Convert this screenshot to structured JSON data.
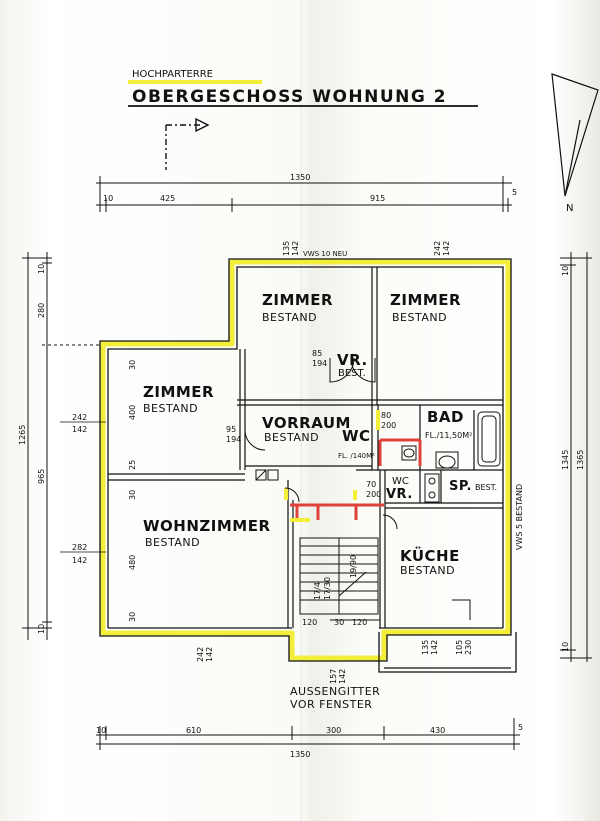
{
  "header": {
    "pre_title": "HOCHPARTERRE",
    "title": "OBERGESCHOSS WOHNUNG 2"
  },
  "colors": {
    "line": "#111111",
    "highlight_yellow": "#f2ee3a",
    "highlight_red": "#e0413a",
    "paper": "#fbfbf6"
  },
  "rooms": {
    "zimmer_1": {
      "name": "ZIMMER",
      "status": "BESTAND"
    },
    "zimmer_2": {
      "name": "ZIMMER",
      "status": "BESTAND"
    },
    "zimmer_3": {
      "name": "ZIMMER",
      "status": "BESTAND"
    },
    "vr_top": {
      "name": "VR.",
      "status": "BEST."
    },
    "vorraum": {
      "name": "VORRAUM",
      "status": "BESTAND"
    },
    "wc": {
      "name": "WC",
      "note": "FL. /140M²"
    },
    "bad": {
      "name": "BAD",
      "note": "FL./11,50M²"
    },
    "wc_small": {
      "name": "WC"
    },
    "vr_small": {
      "name": "VR."
    },
    "sp": {
      "name": "SP.",
      "status": "BEST."
    },
    "wohnzimmer": {
      "name": "WOHNZIMMER",
      "status": "BESTAND"
    },
    "kueche": {
      "name": "KÜCHE",
      "status": "BESTAND"
    }
  },
  "notes": {
    "aussengitter_1": "AUSSENGITTER",
    "aussengitter_2": "VOR FENSTER",
    "vws_top": "VWS 10 NEU",
    "vws_right": "VWS 5 BESTAND",
    "north": "N"
  },
  "dimensions": {
    "top_total": "1350",
    "top_a": "10",
    "top_b": "425",
    "top_c": "915",
    "top_d": "5",
    "bottom_total": "1350",
    "bottom_a": "10",
    "bottom_b": "610",
    "bottom_c": "300",
    "bottom_d": "430",
    "bottom_e": "5",
    "left_total": "1265",
    "left_a": "10",
    "left_b": "280",
    "left_c": "965",
    "left_d": "10",
    "right_total": "1365",
    "right_a": "10",
    "right_b": "1345",
    "right_c": "10",
    "room_400": "400",
    "room_480": "480",
    "room_30a": "30",
    "room_25": "25",
    "room_30b": "30",
    "room_30c": "30",
    "win_1": "242",
    "win_1b": "142",
    "win_2": "282",
    "win_2b": "142",
    "win_top1": "135",
    "win_top1b": "142",
    "win_top2": "242",
    "win_top2b": "142",
    "win_bot1": "242",
    "win_bot1b": "142",
    "win_bot2": "157",
    "win_bot2b": "142",
    "win_bot3": "135",
    "win_bot3b": "142",
    "win_bot4": "105",
    "win_bot4b": "230",
    "door_95": "95",
    "door_194": "194",
    "door_85": "85",
    "door_194b": "194",
    "door_80": "80",
    "door_200": "200",
    "door_70": "70",
    "door_200b": "200",
    "stair_a": "120",
    "stair_b": "30",
    "stair_c": "120",
    "stair_17": "17/4",
    "stair_17b": "17/30",
    "stair_19": "19/90"
  }
}
